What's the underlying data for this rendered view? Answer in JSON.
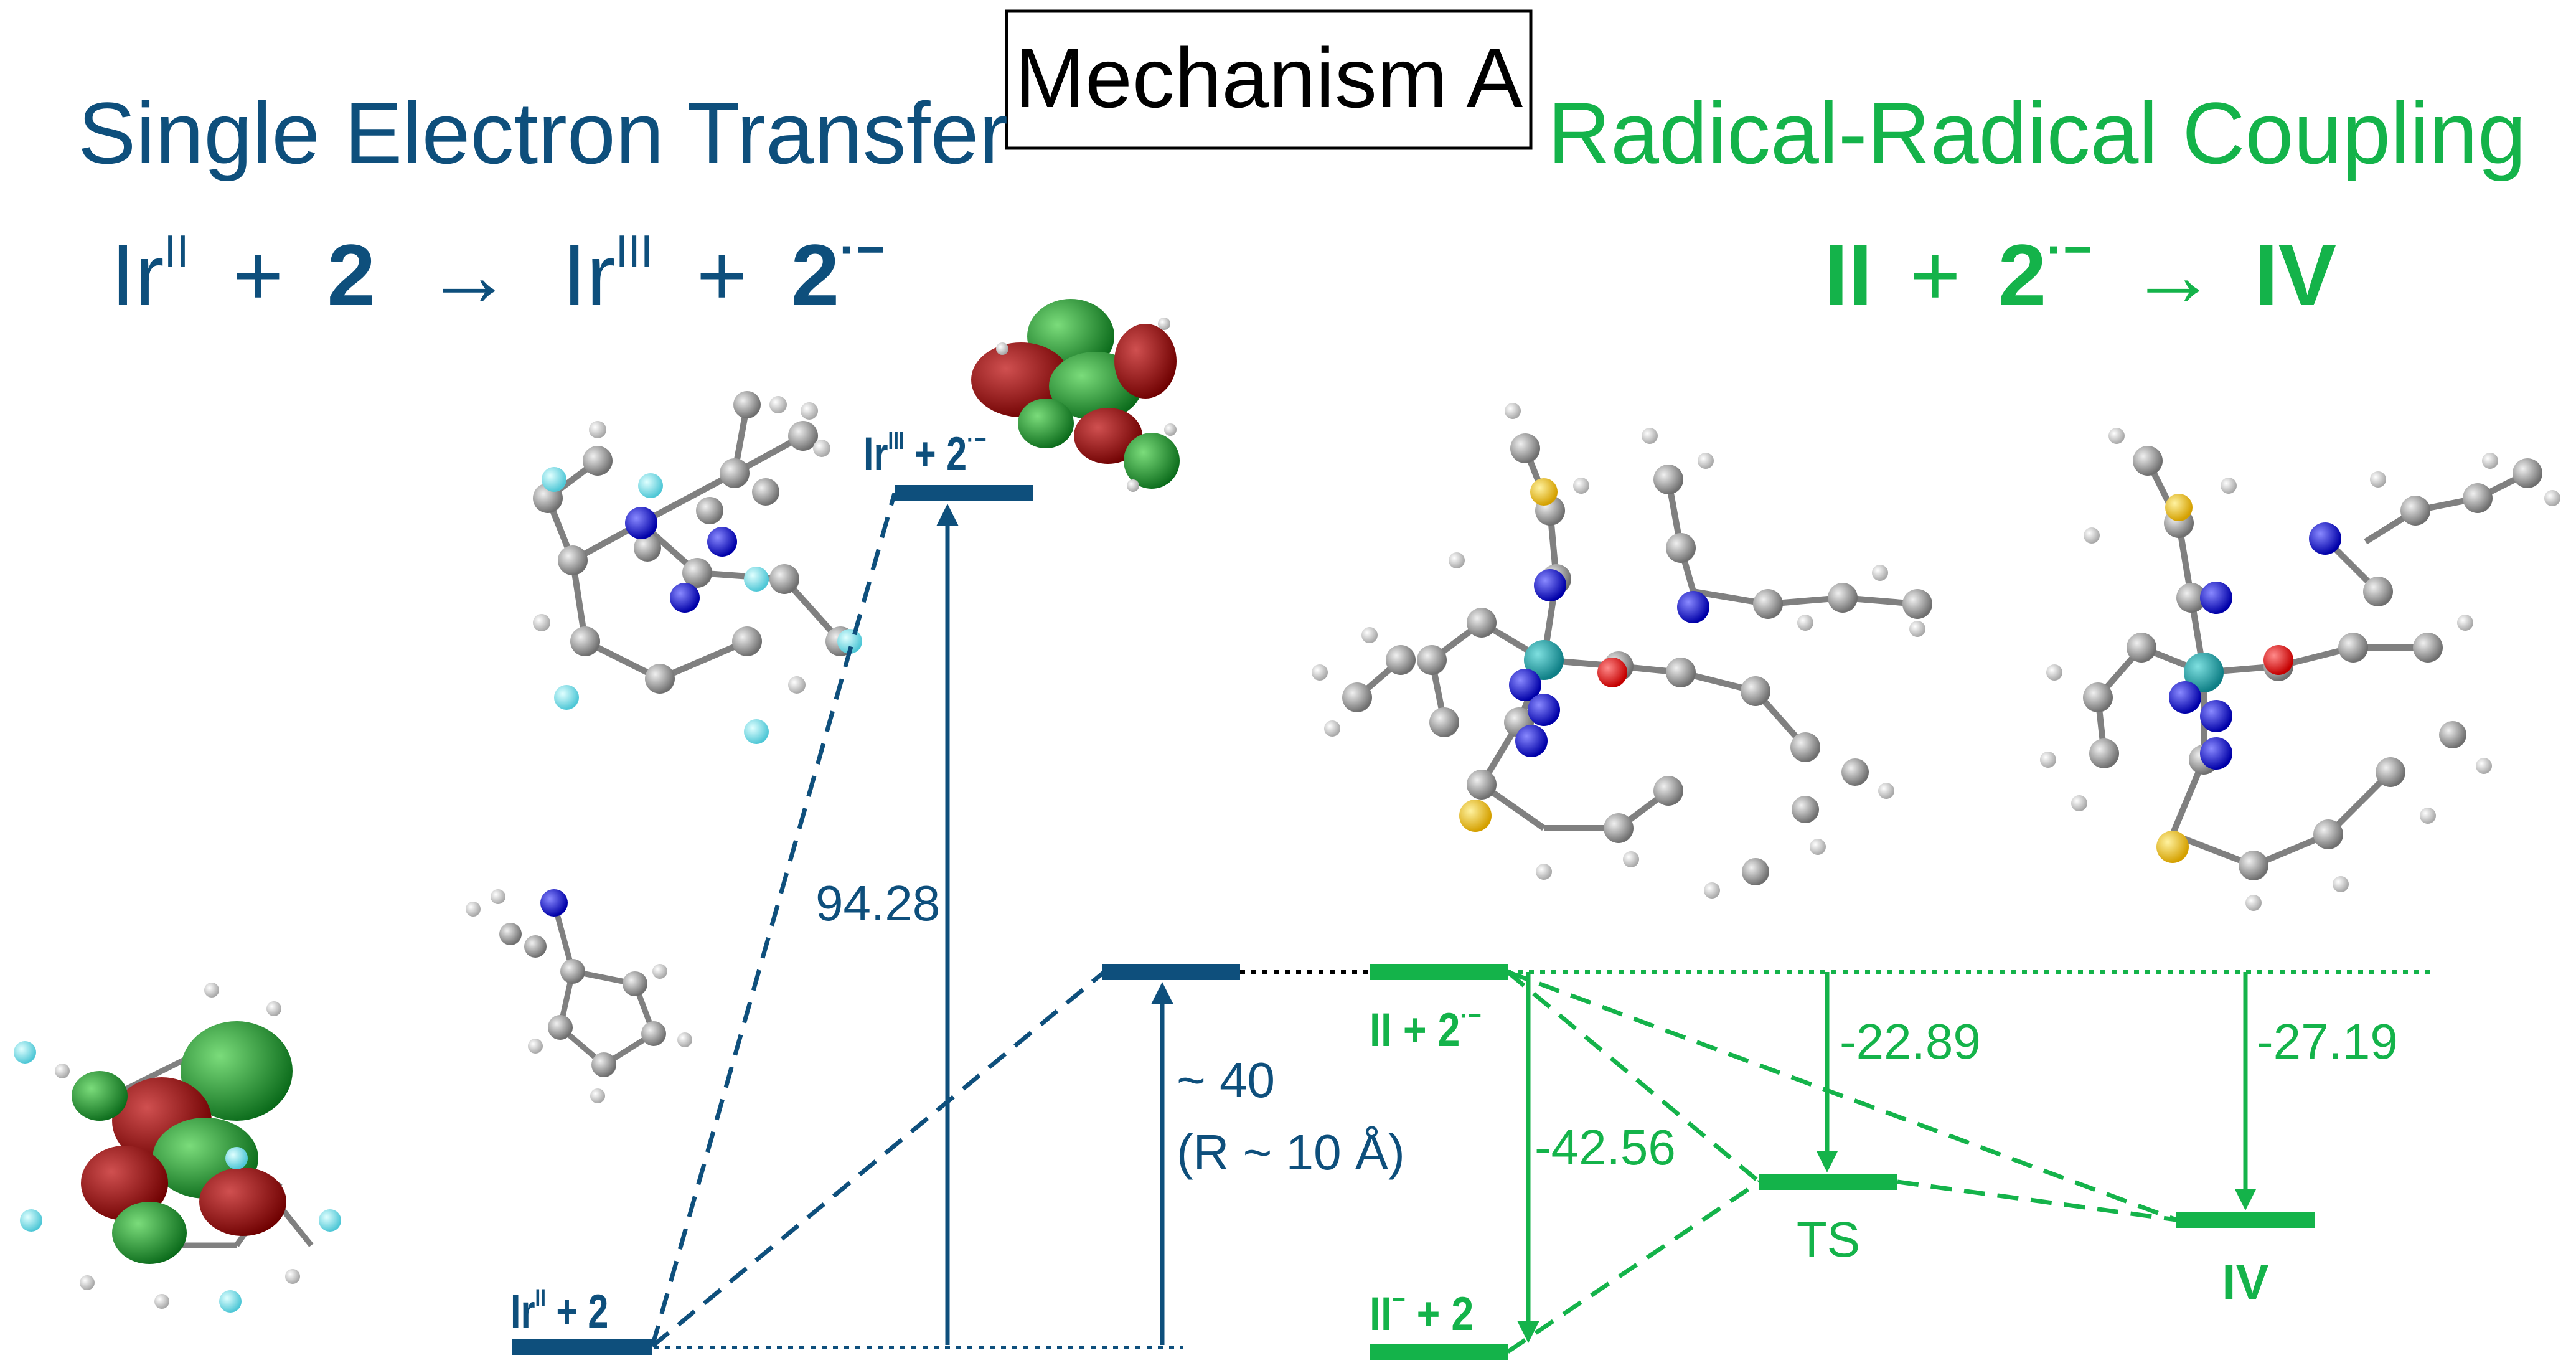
{
  "title": {
    "text": "Mechanism A"
  },
  "left_panel": {
    "heading": "Single Electron Transfer",
    "equation": {
      "ir_left": "Ir",
      "sup_II": "II",
      "plus1": "+",
      "num2a": "2",
      "arrow": "→",
      "ir_right": "Ir",
      "sup_III": "III",
      "plus2": "+",
      "num2b": "2",
      "rad_anion": "·−"
    }
  },
  "right_panel": {
    "heading": "Radical-Radical Coupling",
    "equation": {
      "II": "II",
      "plus": "+",
      "num2": "2",
      "rad_anion": "·−",
      "arrow": "→",
      "IV": "IV"
    }
  },
  "levels": {
    "ir2": {
      "base": "Ir",
      "sup": "II",
      "tail": " + 2"
    },
    "ir3": {
      "base": "Ir",
      "sup": "III",
      "mid": " + 2",
      "sup2": "·−"
    },
    "ii2": {
      "base": "II + 2",
      "sup": "·−"
    },
    "iim2": {
      "base": "II",
      "sup": "−",
      "tail": " + 2"
    },
    "ts": "TS",
    "iv": "IV"
  },
  "energies": {
    "e1": "94.28",
    "e2": "~ 40",
    "e2b": "(R ~ 10 Å)",
    "e3": "-42.56",
    "e4": "-22.89",
    "e5": "-27.19"
  },
  "colors": {
    "blue": "#0e4f7c",
    "green": "#14b34a",
    "black": "#000000"
  }
}
